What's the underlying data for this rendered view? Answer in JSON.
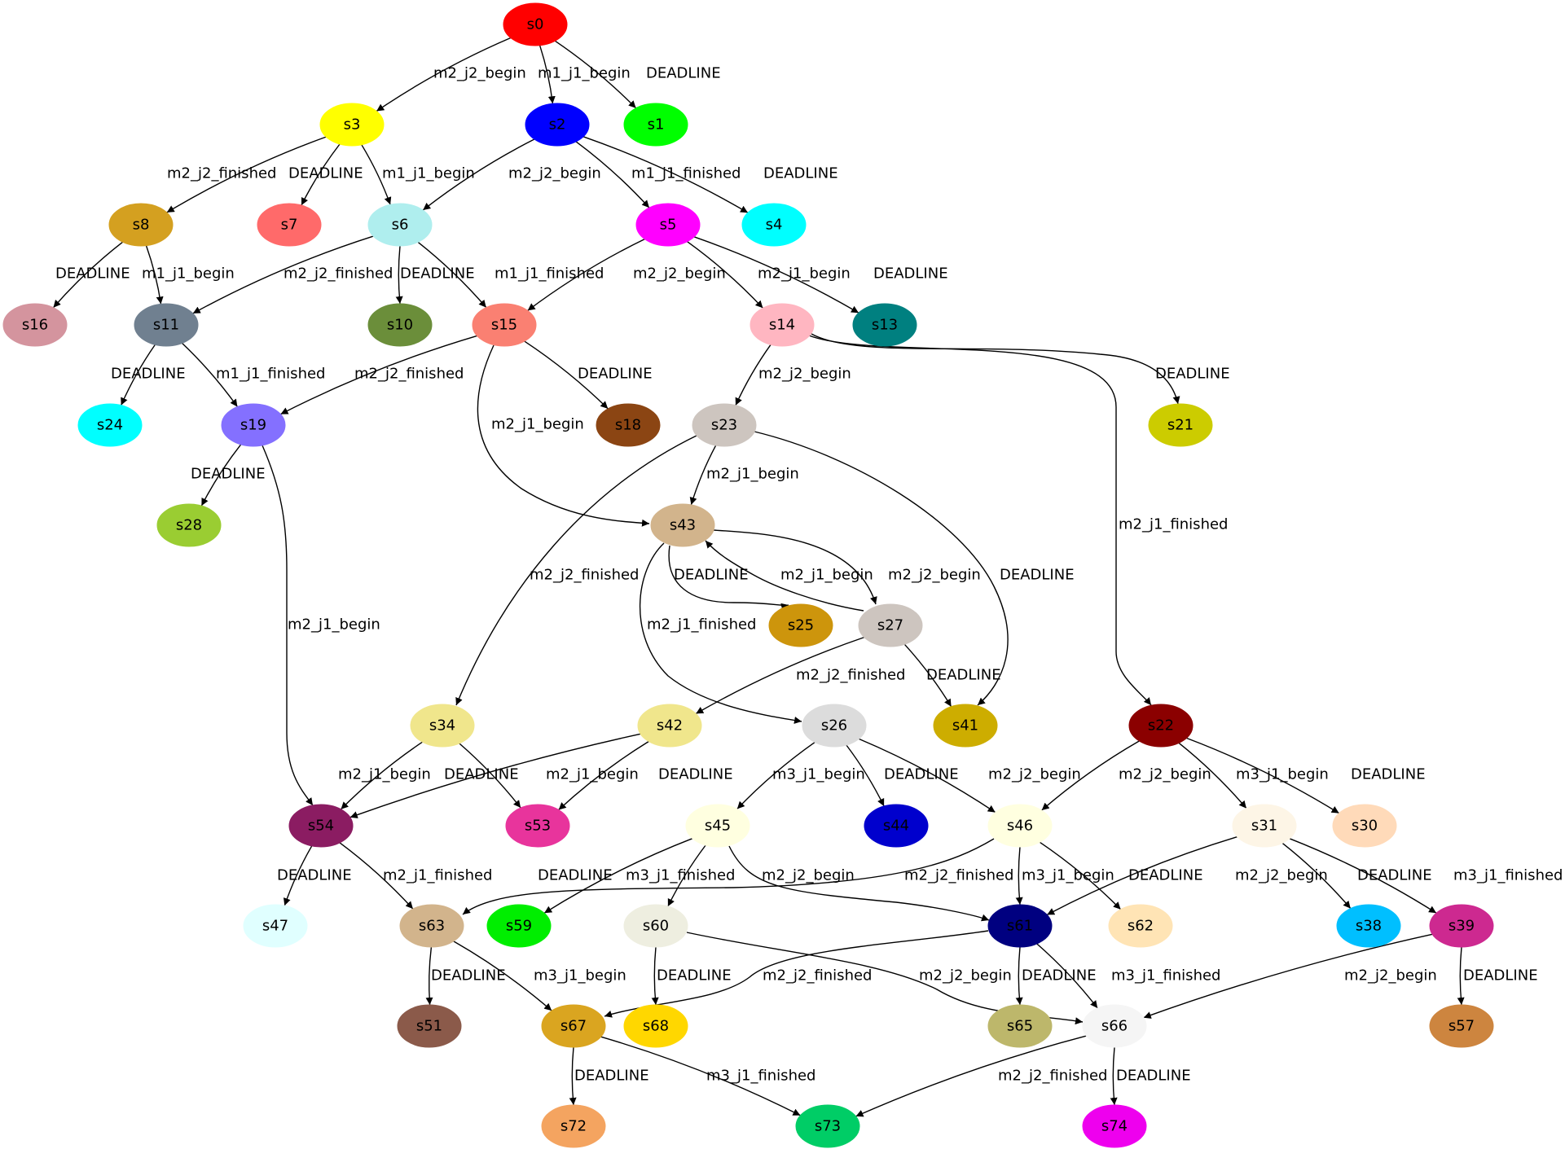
{
  "nodes": [
    {
      "id": "s0",
      "label": "s0",
      "color": "#ff0000"
    },
    {
      "id": "s1",
      "label": "s1",
      "color": "#00ff00"
    },
    {
      "id": "s2",
      "label": "s2",
      "color": "#0000ff"
    },
    {
      "id": "s3",
      "label": "s3",
      "color": "#ffff00"
    },
    {
      "id": "s4",
      "label": "s4",
      "color": "#00ffff"
    },
    {
      "id": "s5",
      "label": "s5",
      "color": "#ff00ff"
    },
    {
      "id": "s6",
      "label": "s6",
      "color": "#afeeee"
    },
    {
      "id": "s7",
      "label": "s7",
      "color": "#ff6a6a"
    },
    {
      "id": "s8",
      "label": "s8",
      "color": "#d4a020"
    },
    {
      "id": "s10",
      "label": "s10",
      "color": "#6b8e3a"
    },
    {
      "id": "s11",
      "label": "s11",
      "color": "#708090"
    },
    {
      "id": "s13",
      "label": "s13",
      "color": "#008080"
    },
    {
      "id": "s14",
      "label": "s14",
      "color": "#ffb6c1"
    },
    {
      "id": "s15",
      "label": "s15",
      "color": "#fa8072"
    },
    {
      "id": "s16",
      "label": "s16",
      "color": "#d4949e"
    },
    {
      "id": "s18",
      "label": "s18",
      "color": "#8b4513"
    },
    {
      "id": "s19",
      "label": "s19",
      "color": "#8470ff"
    },
    {
      "id": "s21",
      "label": "s21",
      "color": "#cccc00"
    },
    {
      "id": "s22",
      "label": "s22",
      "color": "#8b0000"
    },
    {
      "id": "s23",
      "label": "s23",
      "color": "#cdc5bf"
    },
    {
      "id": "s24",
      "label": "s24",
      "color": "#00ffff"
    },
    {
      "id": "s25",
      "label": "s25",
      "color": "#cd950c"
    },
    {
      "id": "s26",
      "label": "s26",
      "color": "#dcdcdc"
    },
    {
      "id": "s27",
      "label": "s27",
      "color": "#cdc5bf"
    },
    {
      "id": "s28",
      "label": "s28",
      "color": "#9acd32"
    },
    {
      "id": "s30",
      "label": "s30",
      "color": "#ffdab9"
    },
    {
      "id": "s31",
      "label": "s31",
      "color": "#fdf5e6"
    },
    {
      "id": "s34",
      "label": "s34",
      "color": "#f0e68c"
    },
    {
      "id": "s38",
      "label": "s38",
      "color": "#00bfff"
    },
    {
      "id": "s39",
      "label": "s39",
      "color": "#cd2990"
    },
    {
      "id": "s41",
      "label": "s41",
      "color": "#cdad00"
    },
    {
      "id": "s42",
      "label": "s42",
      "color": "#f0e68c"
    },
    {
      "id": "s43",
      "label": "s43",
      "color": "#d2b48c"
    },
    {
      "id": "s44",
      "label": "s44",
      "color": "#0000cd"
    },
    {
      "id": "s45",
      "label": "s45",
      "color": "#ffffe0"
    },
    {
      "id": "s46",
      "label": "s46",
      "color": "#ffffe0"
    },
    {
      "id": "s47",
      "label": "s47",
      "color": "#e0ffff"
    },
    {
      "id": "s51",
      "label": "s51",
      "color": "#8b5a4a"
    },
    {
      "id": "s53",
      "label": "s53",
      "color": "#e8349c"
    },
    {
      "id": "s54",
      "label": "s54",
      "color": "#8b1c62"
    },
    {
      "id": "s57",
      "label": "s57",
      "color": "#cd853f"
    },
    {
      "id": "s59",
      "label": "s59",
      "color": "#00ee00"
    },
    {
      "id": "s60",
      "label": "s60",
      "color": "#eeeee0"
    },
    {
      "id": "s61",
      "label": "s61",
      "color": "#000080"
    },
    {
      "id": "s62",
      "label": "s62",
      "color": "#ffe4b5"
    },
    {
      "id": "s63",
      "label": "s63",
      "color": "#d2b48c"
    },
    {
      "id": "s65",
      "label": "s65",
      "color": "#bdb76b"
    },
    {
      "id": "s66",
      "label": "s66",
      "color": "#f5f5f5"
    },
    {
      "id": "s67",
      "label": "s67",
      "color": "#daa520"
    },
    {
      "id": "s68",
      "label": "s68",
      "color": "#ffd700"
    },
    {
      "id": "s72",
      "label": "s72",
      "color": "#f4a460"
    },
    {
      "id": "s73",
      "label": "s73",
      "color": "#00cd66"
    },
    {
      "id": "s74",
      "label": "s74",
      "color": "#ee00ee"
    }
  ],
  "edges": [
    {
      "from": "s0",
      "to": "s3",
      "label": "m2_j2_begin"
    },
    {
      "from": "s0",
      "to": "s2",
      "label": "m1_j1_begin"
    },
    {
      "from": "s0",
      "to": "s1",
      "label": "DEADLINE"
    },
    {
      "from": "s3",
      "to": "s8",
      "label": "m2_j2_finished"
    },
    {
      "from": "s3",
      "to": "s7",
      "label": "DEADLINE"
    },
    {
      "from": "s3",
      "to": "s6",
      "label": "m1_j1_begin"
    },
    {
      "from": "s2",
      "to": "s6",
      "label": "m2_j2_begin"
    },
    {
      "from": "s2",
      "to": "s5",
      "label": "m1_j1_finished"
    },
    {
      "from": "s2",
      "to": "s4",
      "label": "DEADLINE"
    },
    {
      "from": "s8",
      "to": "s16",
      "label": "DEADLINE"
    },
    {
      "from": "s8",
      "to": "s11",
      "label": "m1_j1_begin"
    },
    {
      "from": "s6",
      "to": "s11",
      "label": "m2_j2_finished"
    },
    {
      "from": "s6",
      "to": "s10",
      "label": "DEADLINE"
    },
    {
      "from": "s6",
      "to": "s15",
      "label": "m1_j1_finished"
    },
    {
      "from": "s5",
      "to": "s15",
      "label": "m2_j2_begin"
    },
    {
      "from": "s5",
      "to": "s14",
      "label": "m2_j1_begin"
    },
    {
      "from": "s5",
      "to": "s13",
      "label": "DEADLINE"
    },
    {
      "from": "s11",
      "to": "s24",
      "label": "DEADLINE"
    },
    {
      "from": "s11",
      "to": "s19",
      "label": "m1_j1_finished"
    },
    {
      "from": "s15",
      "to": "s19",
      "label": "m2_j2_finished"
    },
    {
      "from": "s15",
      "to": "s18",
      "label": "DEADLINE"
    },
    {
      "from": "s15",
      "to": "s43",
      "label": "m2_j1_begin"
    },
    {
      "from": "s14",
      "to": "s23",
      "label": "m2_j2_begin"
    },
    {
      "from": "s14",
      "to": "s21",
      "label": "DEADLINE"
    },
    {
      "from": "s14",
      "to": "s22",
      "label": "m2_j1_finished"
    },
    {
      "from": "s19",
      "to": "s28",
      "label": "DEADLINE"
    },
    {
      "from": "s19",
      "to": "s54",
      "label": "m2_j1_begin"
    },
    {
      "from": "s23",
      "to": "s43",
      "label": "m2_j1_begin"
    },
    {
      "from": "s23",
      "to": "s34",
      "label": "m2_j2_finished"
    },
    {
      "from": "s23",
      "to": "s41",
      "label": "DEADLINE"
    },
    {
      "from": "s43",
      "to": "s25",
      "label": "DEADLINE"
    },
    {
      "from": "s43",
      "to": "s27",
      "label": "m2_j2_begin"
    },
    {
      "from": "s43",
      "to": "s26",
      "label": "m2_j1_finished"
    },
    {
      "from": "s27",
      "to": "s43",
      "label": "m2_j1_begin"
    },
    {
      "from": "s27",
      "to": "s42",
      "label": "m2_j2_finished"
    },
    {
      "from": "s27",
      "to": "s41",
      "label": "DEADLINE"
    },
    {
      "from": "s34",
      "to": "s54",
      "label": "m2_j1_begin"
    },
    {
      "from": "s34",
      "to": "s53",
      "label": "DEADLINE"
    },
    {
      "from": "s42",
      "to": "s54",
      "label": "m2_j1_begin"
    },
    {
      "from": "s42",
      "to": "s53",
      "label": "DEADLINE"
    },
    {
      "from": "s26",
      "to": "s45",
      "label": "m3_j1_begin"
    },
    {
      "from": "s26",
      "to": "s44",
      "label": "DEADLINE"
    },
    {
      "from": "s26",
      "to": "s46",
      "label": "m2_j2_begin"
    },
    {
      "from": "s22",
      "to": "s46",
      "label": "m2_j2_begin"
    },
    {
      "from": "s22",
      "to": "s31",
      "label": "m3_j1_begin"
    },
    {
      "from": "s22",
      "to": "s30",
      "label": "DEADLINE"
    },
    {
      "from": "s54",
      "to": "s47",
      "label": "DEADLINE"
    },
    {
      "from": "s54",
      "to": "s63",
      "label": "m2_j1_finished"
    },
    {
      "from": "s45",
      "to": "s59",
      "label": "DEADLINE"
    },
    {
      "from": "s45",
      "to": "s60",
      "label": "m3_j1_finished"
    },
    {
      "from": "s45",
      "to": "s61",
      "label": "m2_j2_begin"
    },
    {
      "from": "s46",
      "to": "s63",
      "label": "m2_j2_finished"
    },
    {
      "from": "s46",
      "to": "s61",
      "label": "m3_j1_begin"
    },
    {
      "from": "s46",
      "to": "s62",
      "label": "DEADLINE"
    },
    {
      "from": "s31",
      "to": "s61",
      "label": "m2_j2_begin"
    },
    {
      "from": "s31",
      "to": "s38",
      "label": "DEADLINE"
    },
    {
      "from": "s31",
      "to": "s39",
      "label": "m3_j1_finished"
    },
    {
      "from": "s63",
      "to": "s51",
      "label": "DEADLINE"
    },
    {
      "from": "s63",
      "to": "s67",
      "label": "m3_j1_begin"
    },
    {
      "from": "s60",
      "to": "s68",
      "label": "DEADLINE"
    },
    {
      "from": "s60",
      "to": "s66",
      "label": "m2_j2_begin"
    },
    {
      "from": "s61",
      "to": "s67",
      "label": "m2_j2_finished"
    },
    {
      "from": "s61",
      "to": "s65",
      "label": "DEADLINE"
    },
    {
      "from": "s61",
      "to": "s66",
      "label": "m3_j1_finished"
    },
    {
      "from": "s39",
      "to": "s66",
      "label": "m2_j2_begin"
    },
    {
      "from": "s39",
      "to": "s57",
      "label": "DEADLINE"
    },
    {
      "from": "s67",
      "to": "s72",
      "label": "DEADLINE"
    },
    {
      "from": "s67",
      "to": "s73",
      "label": "m3_j1_finished"
    },
    {
      "from": "s66",
      "to": "s73",
      "label": "m2_j2_finished"
    },
    {
      "from": "s66",
      "to": "s74",
      "label": "DEADLINE"
    }
  ]
}
